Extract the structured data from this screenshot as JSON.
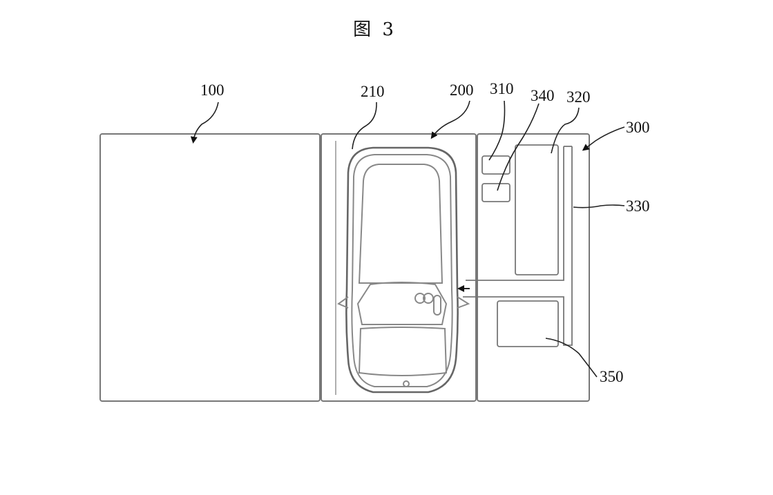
{
  "figure": {
    "title": "图 3"
  },
  "labels": {
    "l100": "100",
    "l210": "210",
    "l200": "200",
    "l310": "310",
    "l340": "340",
    "l320": "320",
    "l300": "300",
    "l330": "330",
    "l350": "350"
  }
}
